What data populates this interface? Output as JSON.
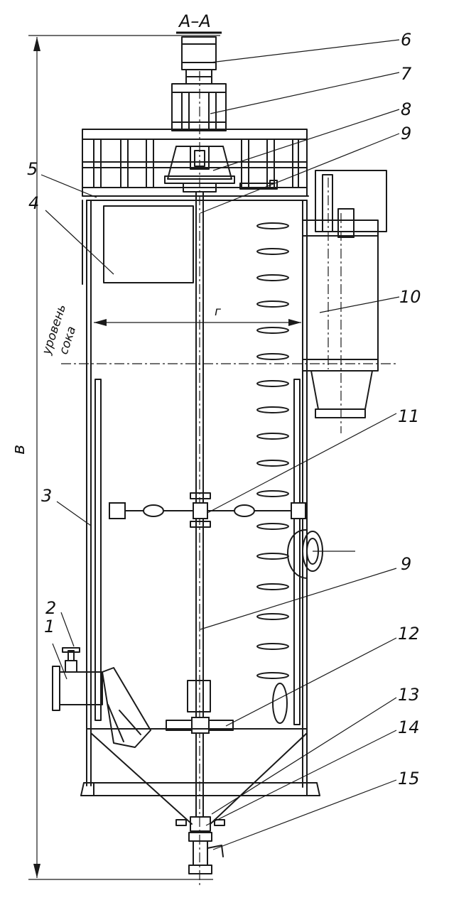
{
  "drawing": {
    "section_label": "A–A",
    "dimension_height_label": "в",
    "dimension_width_label": "г",
    "juice_level_label": {
      "line1": "уровень",
      "line2": "сока"
    }
  },
  "callouts": [
    {
      "id": "1",
      "text": "1"
    },
    {
      "id": "2",
      "text": "2"
    },
    {
      "id": "3",
      "text": "3"
    },
    {
      "id": "4",
      "text": "4"
    },
    {
      "id": "5",
      "text": "5"
    },
    {
      "id": "6",
      "text": "6"
    },
    {
      "id": "7",
      "text": "7"
    },
    {
      "id": "8",
      "text": "8"
    },
    {
      "id": "9a",
      "text": "9"
    },
    {
      "id": "9b",
      "text": "9"
    },
    {
      "id": "10",
      "text": "10"
    },
    {
      "id": "11",
      "text": "11"
    },
    {
      "id": "12",
      "text": "12"
    },
    {
      "id": "13",
      "text": "13"
    },
    {
      "id": "14",
      "text": "14"
    },
    {
      "id": "15",
      "text": "15"
    }
  ]
}
